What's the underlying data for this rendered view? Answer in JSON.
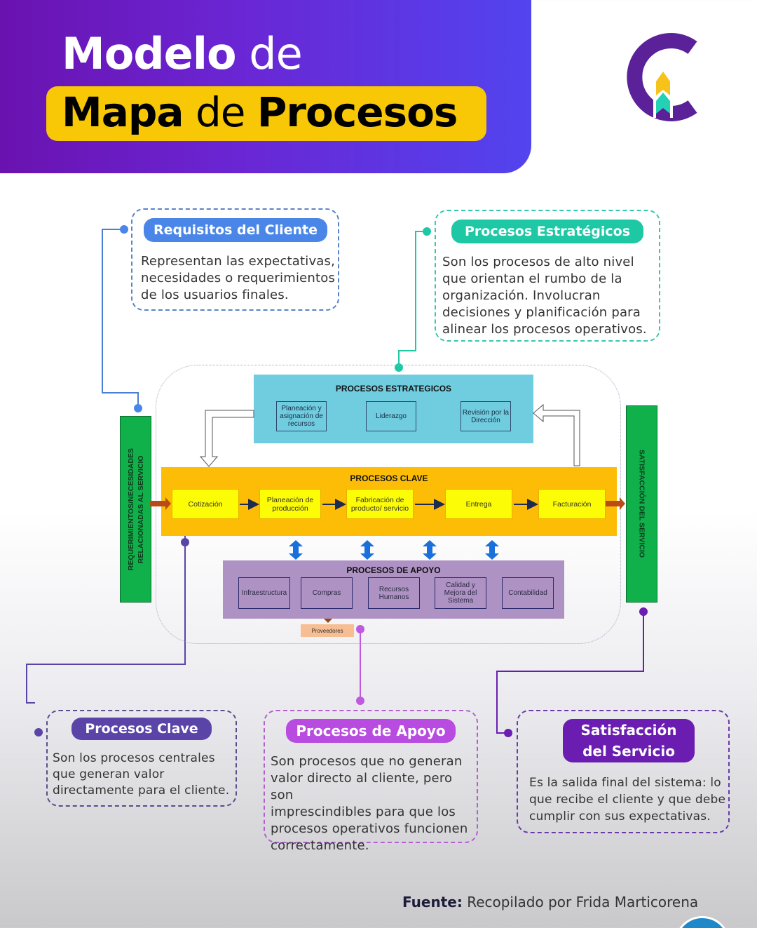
{
  "header": {
    "title_line1_bold": "Modelo",
    "title_line1_rest": " de",
    "title_line2_bold1": "Mapa",
    "title_line2_mid": " de ",
    "title_line2_bold2": "Procesos"
  },
  "logo": {
    "icon": "rocket-c-logo-icon",
    "colors": {
      "c": "#5b2199",
      "top_chevron": "#f7c31b",
      "bottom_chevron": "#23d2b5"
    }
  },
  "callouts": {
    "requisitos": {
      "title": "Requisitos del Cliente",
      "lines": [
        "Representan las expectativas,",
        "necesidades o requerimientos",
        "de los usuarios finales."
      ],
      "color": "#4a86e8"
    },
    "estrategicos": {
      "title": "Procesos Estratégicos",
      "lines": [
        "Son los procesos de alto nivel",
        "que orientan el rumbo de la",
        "organización. Involucran",
        "decisiones y planificación para",
        "alinear los procesos operativos."
      ],
      "color": "#1ec8a5"
    },
    "clave": {
      "title": "Procesos Clave",
      "lines": [
        "Son los procesos centrales",
        "que generan valor",
        "directamente para el cliente."
      ],
      "color": "#5a44a8"
    },
    "apoyo": {
      "title": "Procesos de Apoyo",
      "lines": [
        "Son procesos que no generan",
        "valor directo al cliente, pero son",
        "imprescindibles para que los",
        "procesos operativos funcionen",
        "correctamente."
      ],
      "color": "#b84be0"
    },
    "satisfaccion": {
      "title_line1": "Satisfacción",
      "title_line2": "del Servicio",
      "lines": [
        "Es la salida final del sistema: lo",
        "que recibe el cliente y que debe",
        "cumplir con sus expectativas."
      ],
      "color": "#6a1db0"
    }
  },
  "diagram": {
    "input_bar": {
      "line1": "REQUERIMIENTOS/NECESIDADES",
      "line2": "RELACIONADAS AL SERVICIO"
    },
    "output_bar": {
      "label": "SATISFACCIÓN DEL SERVICIO"
    },
    "estrategicos": {
      "title": "PROCESOS ESTRATEGICOS",
      "items": [
        "Planeación y asignación de recursos",
        "Liderazgo",
        "Revisión por la Dirección"
      ]
    },
    "clave": {
      "title": "PROCESOS CLAVE",
      "steps": [
        "Cotización",
        "Planeación de producción",
        "Fabricación de producto/ servicio",
        "Entrega",
        "Facturación"
      ]
    },
    "apoyo": {
      "title": "PROCESOS DE APOYO",
      "items": [
        "Infraestructura",
        "Compras",
        "Recursos Humanos",
        "Calidad y Mejora del Sistema",
        "Contabilidad"
      ],
      "external": "Proveedores"
    }
  },
  "footer": {
    "label": "Fuente:",
    "text": " Recopilado por Frida Marticorena"
  }
}
